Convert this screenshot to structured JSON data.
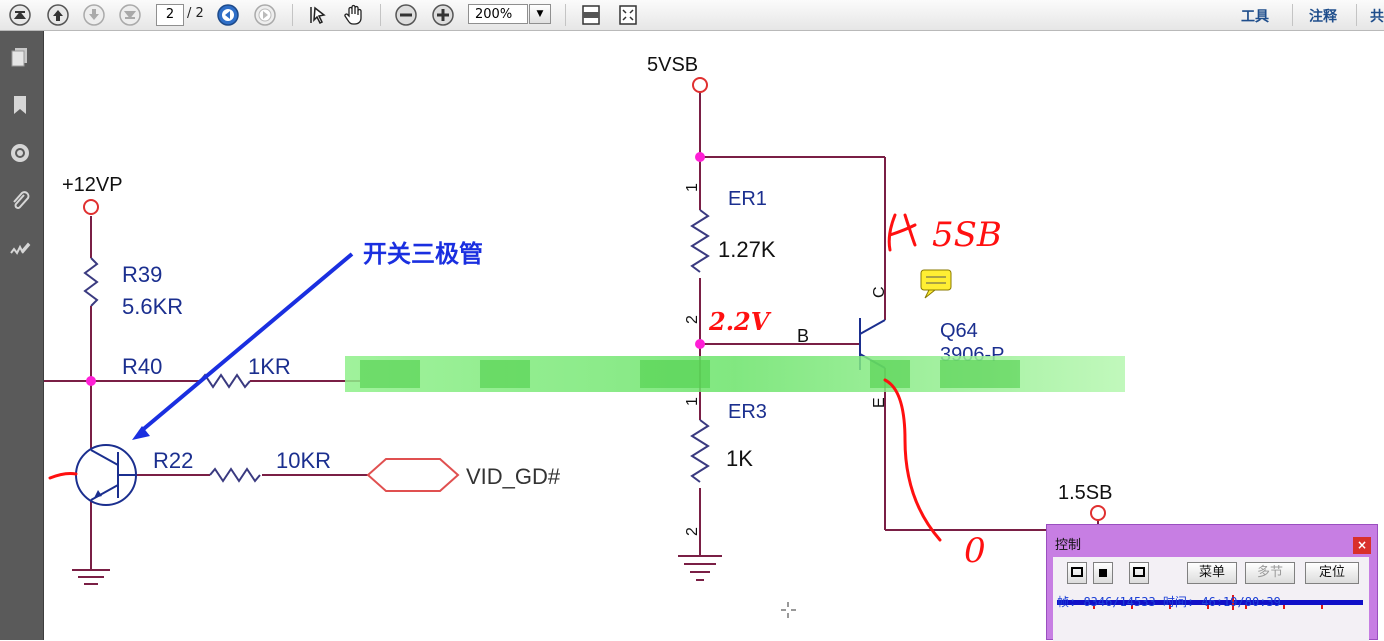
{
  "toolbar": {
    "page_current": "2",
    "page_total": "/ 2",
    "zoom": "200%",
    "links": [
      "工具",
      "注释",
      "共"
    ],
    "icons": [
      "first-page-icon",
      "prev-page-icon",
      "next-page-icon",
      "last-page-icon",
      "back-icon",
      "forward-icon",
      "select-tool-icon",
      "hand-tool-icon",
      "zoom-out-icon",
      "zoom-in-icon",
      "fit-width-icon",
      "fit-page-icon"
    ]
  },
  "left_panel": {
    "icons": [
      "pages-icon",
      "bookmark-icon",
      "layers-icon",
      "attachment-icon",
      "signature-icon"
    ]
  },
  "schematic": {
    "labels": {
      "v12": "+12VP",
      "r39": "R39",
      "r39_val": "5.6KR",
      "r40": "R40",
      "r40_val": "1KR",
      "r22": "R22",
      "r22_val": "10KR",
      "vid": "VID_GD#",
      "annotation": "开关三极管",
      "v5": "5VSB",
      "er1": "ER1",
      "er1_val": "1.27K",
      "er3": "ER3",
      "er3_val": "1K",
      "q64": "Q64",
      "q64_part": "3906-P",
      "pin_b": "B",
      "pin_c": "C",
      "pin_e": "E",
      "pin1a": "1",
      "pin2a": "2",
      "pin1b": "1",
      "pin2b": "2",
      "v15": "1.5SB",
      "hw_5sb": "5SB",
      "hw_22": "2.2V",
      "hw_0": "0"
    }
  },
  "control_panel": {
    "title": "控制",
    "close": "×",
    "btn_menu": "菜单",
    "btn_multi": "多节",
    "btn_locate": "定位",
    "status": "帧: 8346/14533 时间: 46:19/80:39",
    "progress": 0.574
  },
  "colors": {
    "wire": "#7a1f45",
    "node": "#ff1fd6",
    "label_blue": "#1b2f8f",
    "pen_red": "#ff1010",
    "pen_blue": "#1a2fe0",
    "panel": "#c77ee3"
  }
}
